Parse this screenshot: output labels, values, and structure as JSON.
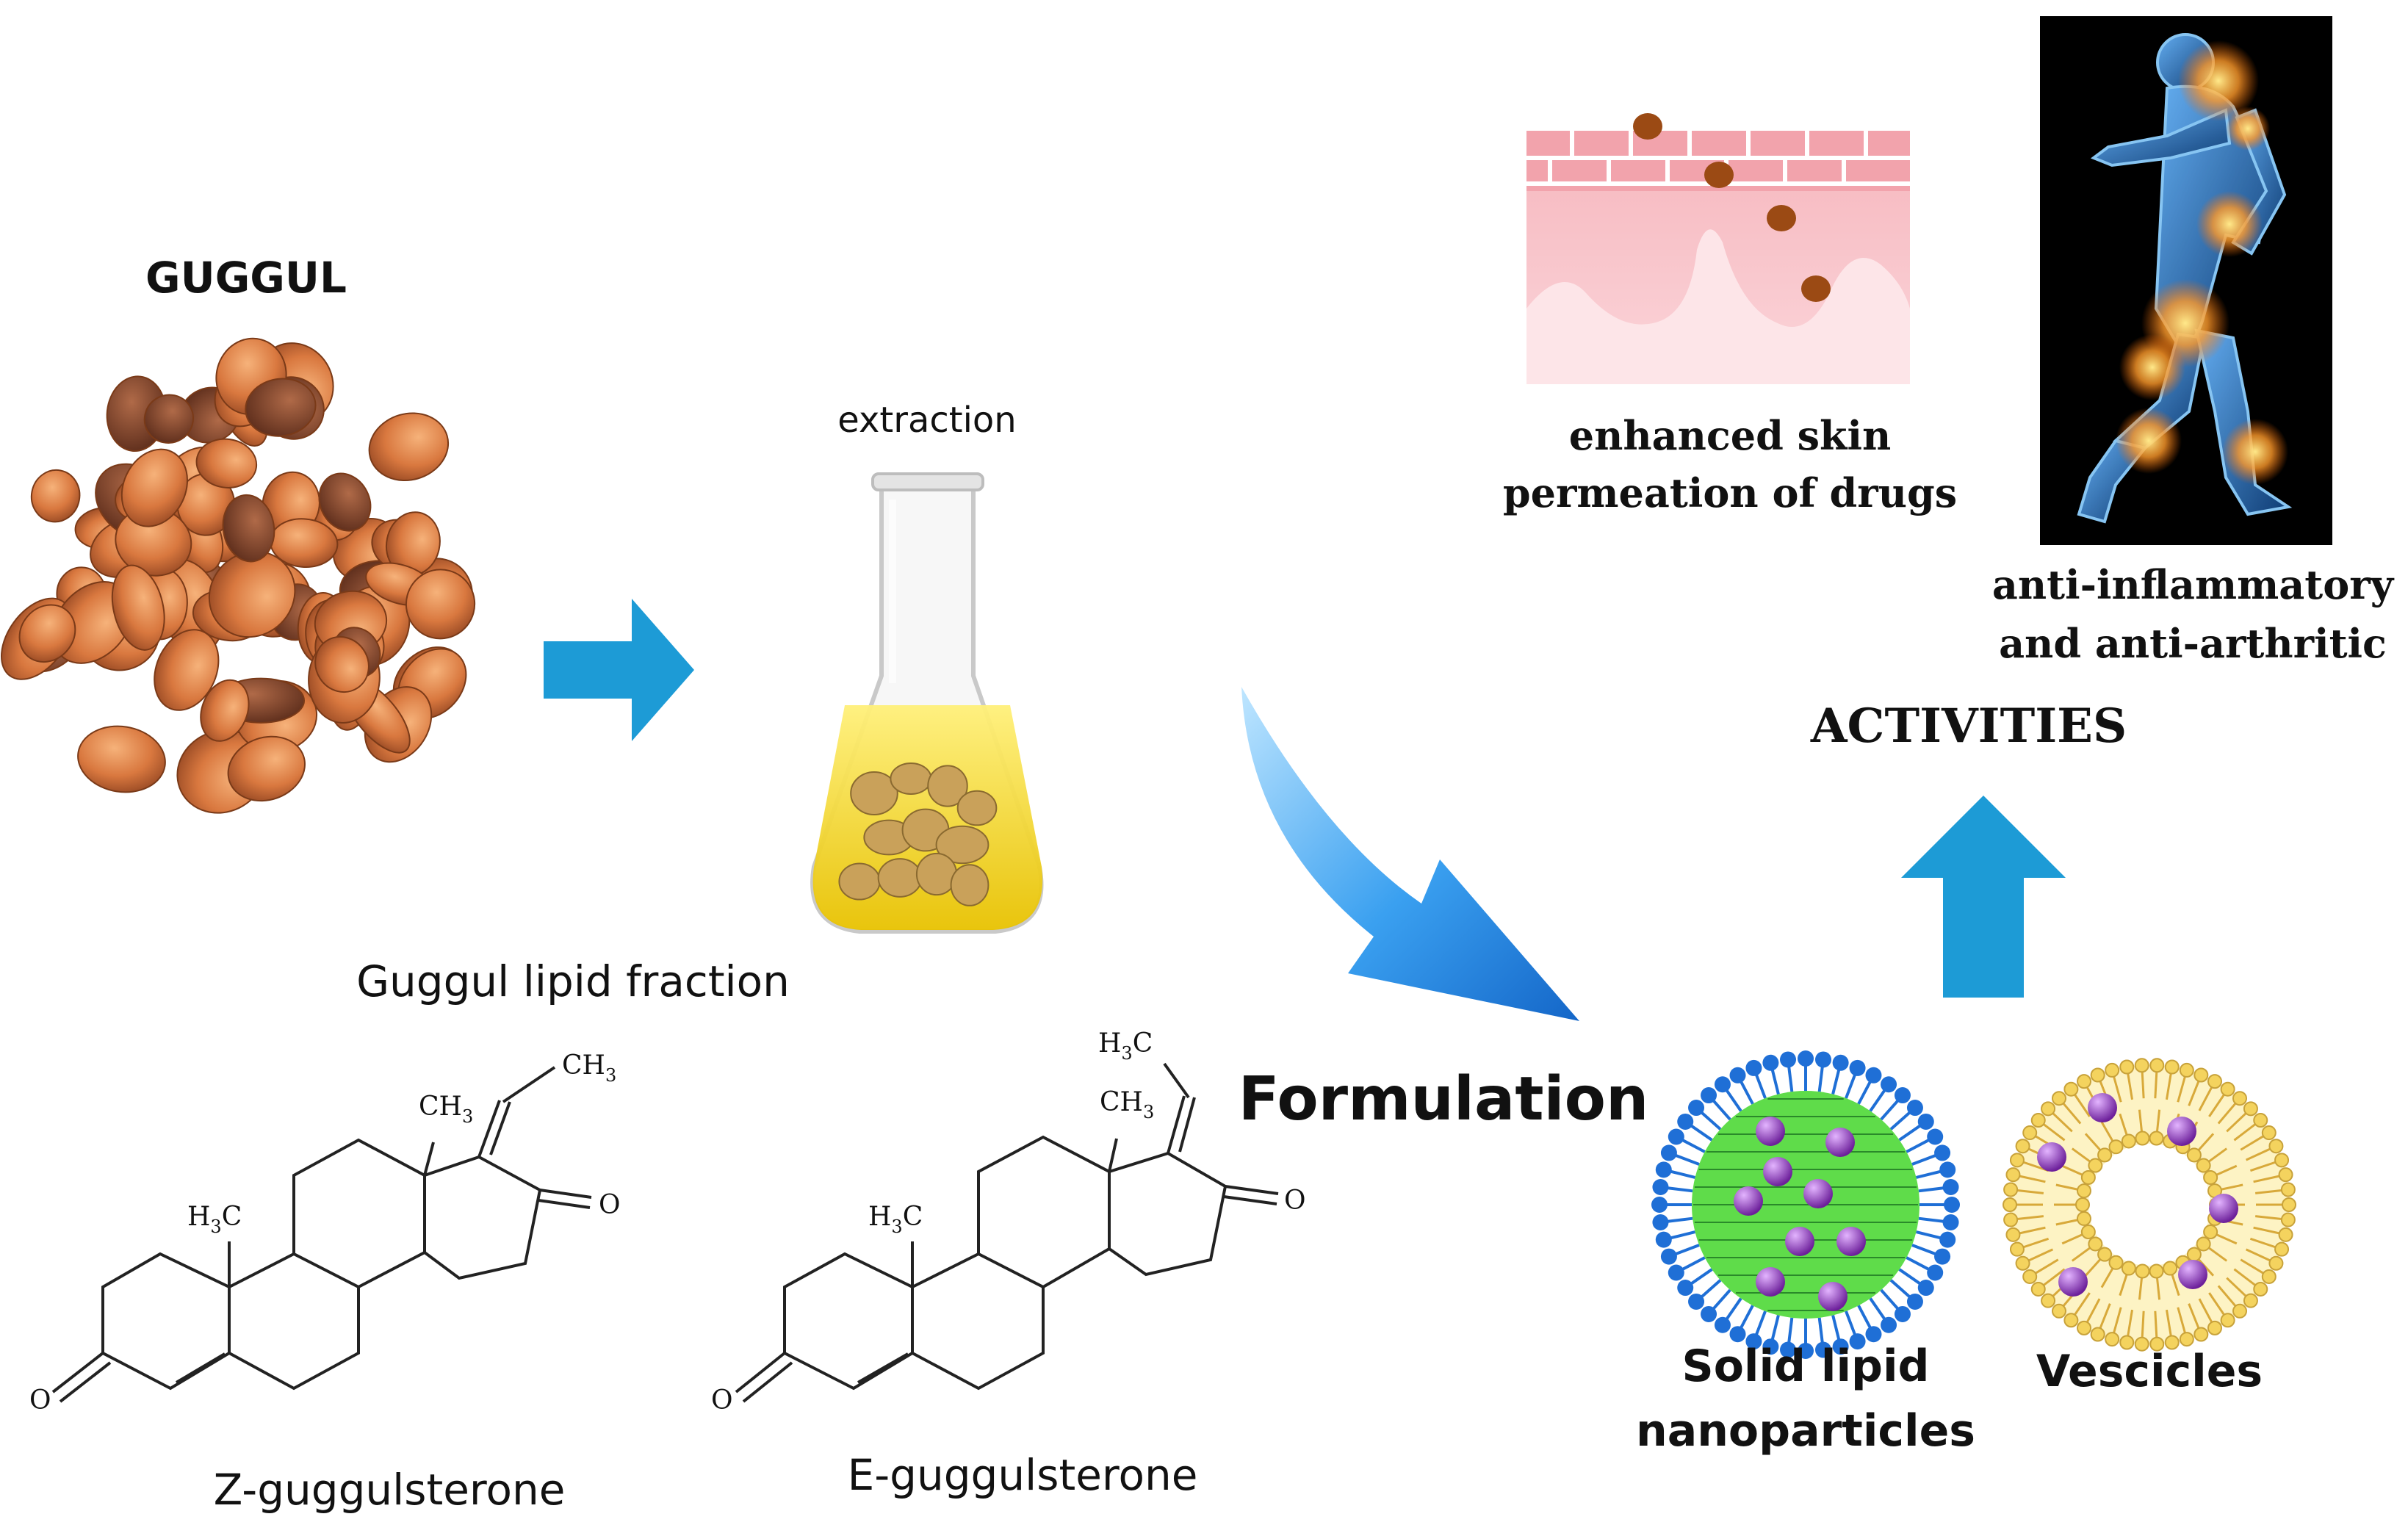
{
  "labels": {
    "guggul": "GUGGUL",
    "extraction": "extraction",
    "lipid_fraction": "Guggul lipid fraction",
    "formulation": "Formulation",
    "activities": "ACTIVITIES",
    "skin_line1": "enhanced skin",
    "skin_line2": "permeation of drugs",
    "inflam_line1": "anti-inflammatory",
    "inflam_line2": "and anti-arthritic",
    "sln_line1": "Solid lipid",
    "sln_line2": "nanoparticles",
    "vesicles": "Vescicles",
    "z_name": "Z-guggulsterone",
    "e_name": "E-guggulsterone"
  },
  "chem": {
    "ch3": "CH",
    "h3c": "H",
    "h3c_c": "C",
    "sub3": "3",
    "oxygen": "O"
  },
  "colors": {
    "arrow_blue": "#1d9bd6",
    "resin_orange": "#d97a40",
    "resin_dark": "#8a4a2a",
    "oil_yellow": "#f2d21b",
    "lipid_green": "#5fdc4a",
    "drug_purple": "#8e44ad",
    "lipid_blue": "#1f6fd6",
    "vesicle_yellow": "#f4d35e",
    "skin_pink": "#f7b8c0",
    "body_blue": "#2b79c9"
  },
  "icons": [
    "right-arrow-icon",
    "curved-arrow-icon",
    "up-arrow-icon",
    "flask-icon",
    "runner-icon",
    "skin-icon"
  ]
}
